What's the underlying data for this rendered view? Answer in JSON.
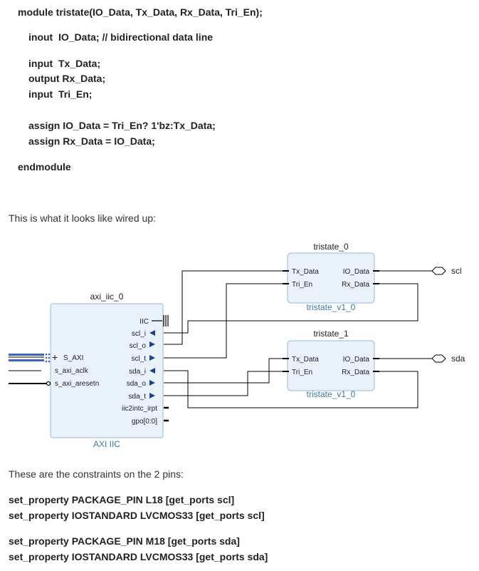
{
  "code": {
    "module_decl": "module tristate(IO_Data, Tx_Data, Rx_Data, Tri_En);",
    "inout_line": "inout  IO_Data; // bidirectional data line",
    "input_tx": "input  Tx_Data;",
    "output_rx": "output Rx_Data;",
    "input_tri": "input  Tri_En;",
    "assign_io": "assign IO_Data = Tri_En? 1'bz:Tx_Data;",
    "assign_rx": "assign Rx_Data = IO_Data;",
    "endmodule": "endmodule"
  },
  "text": {
    "wired_intro": "This is what it looks like wired up:",
    "constraints_intro": "These are the constraints on the 2 pins:"
  },
  "diagram": {
    "iic_block": {
      "instance": "axi_iic_0",
      "type": "AXI IIC",
      "right_ports": [
        "IIC",
        "scl_i",
        "scl_o",
        "scl_t",
        "sda_i",
        "sda_o",
        "sda_t",
        "iic2intc_irpt",
        "gpo[0:0]"
      ],
      "left_ports": [
        "S_AXI",
        "s_axi_aclk",
        "s_axi_aresetn"
      ],
      "plus_symbol": "+"
    },
    "tristate_0": {
      "instance": "tristate_0",
      "type": "tristate_v1_0",
      "left_ports": [
        "Tx_Data",
        "Tri_En"
      ],
      "right_ports": [
        "IO_Data",
        "Rx_Data"
      ]
    },
    "tristate_1": {
      "instance": "tristate_1",
      "type": "tristate_v1_0",
      "left_ports": [
        "Tx_Data",
        "Tri_En"
      ],
      "right_ports": [
        "IO_Data",
        "Rx_Data"
      ]
    },
    "external_ports": [
      "scl",
      "sda"
    ],
    "colors": {
      "block_fill": "#e9f2fb",
      "block_stroke": "#9bbbd8",
      "wire": "#000000",
      "subtitle": "#3a7aa8"
    }
  },
  "constraints": {
    "scl_pin": "set_property PACKAGE_PIN L18 [get_ports scl]",
    "scl_std": "set_property IOSTANDARD LVCMOS33 [get_ports scl]",
    "sda_pin": "set_property PACKAGE_PIN M18 [get_ports sda]",
    "sda_std": "set_property IOSTANDARD LVCMOS33 [get_ports sda]"
  }
}
